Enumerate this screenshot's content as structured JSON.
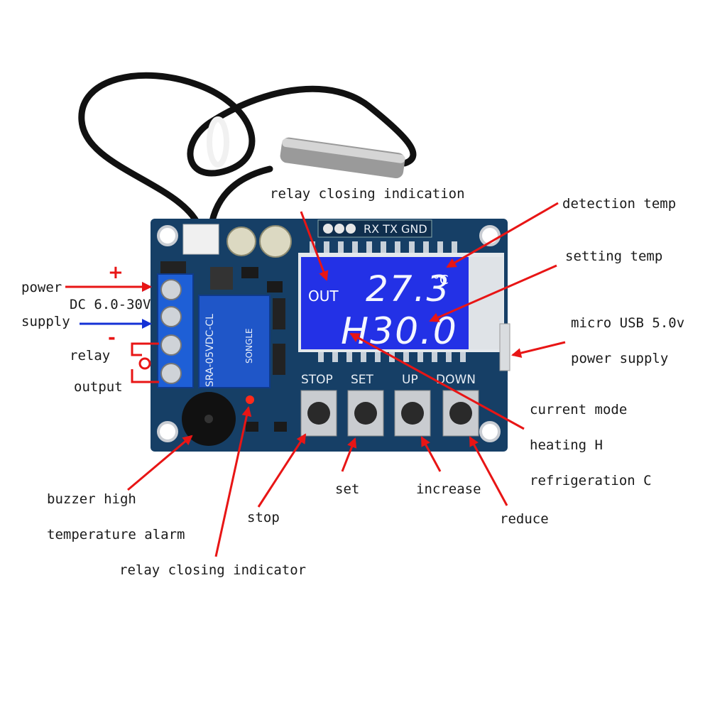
{
  "labels": {
    "relay_closing_indication": "relay closing indication",
    "detection_temp": "detection temp",
    "setting_temp": "setting temp",
    "micro_usb": "micro USB 5.0v",
    "power_supply_usb": "power supply",
    "power": "power",
    "dc_range": "DC 6.0-30V",
    "supply": "supply",
    "relay": "relay",
    "output": "output",
    "current_mode": "current mode",
    "heating": "heating H",
    "refrigeration": "refrigeration C",
    "buzzer_high": "buzzer high",
    "temperature_alarm": "temperature alarm",
    "relay_closing_indicator": "relay closing indicator",
    "stop": "stop",
    "set": "set",
    "increase": "increase",
    "reduce": "reduce"
  },
  "lcd": {
    "out": "OUT",
    "detection_value": "27.3",
    "unit": "°C",
    "setting_value": "H30.0"
  },
  "board": {
    "header_pins": "RX TX GND",
    "relay_model": "SRA-05VDC-CL",
    "relay_brand": "SONGLE",
    "buttons": [
      "STOP",
      "SET",
      "UP",
      "DOWN"
    ],
    "plus_sign": "+",
    "minus_sign": "-"
  },
  "colors": {
    "pcb": "#163f66",
    "lcd": "#2331e6",
    "arrow_red": "#e81515",
    "arrow_blue": "#1431d6",
    "terminal": "#1e5fd6"
  }
}
